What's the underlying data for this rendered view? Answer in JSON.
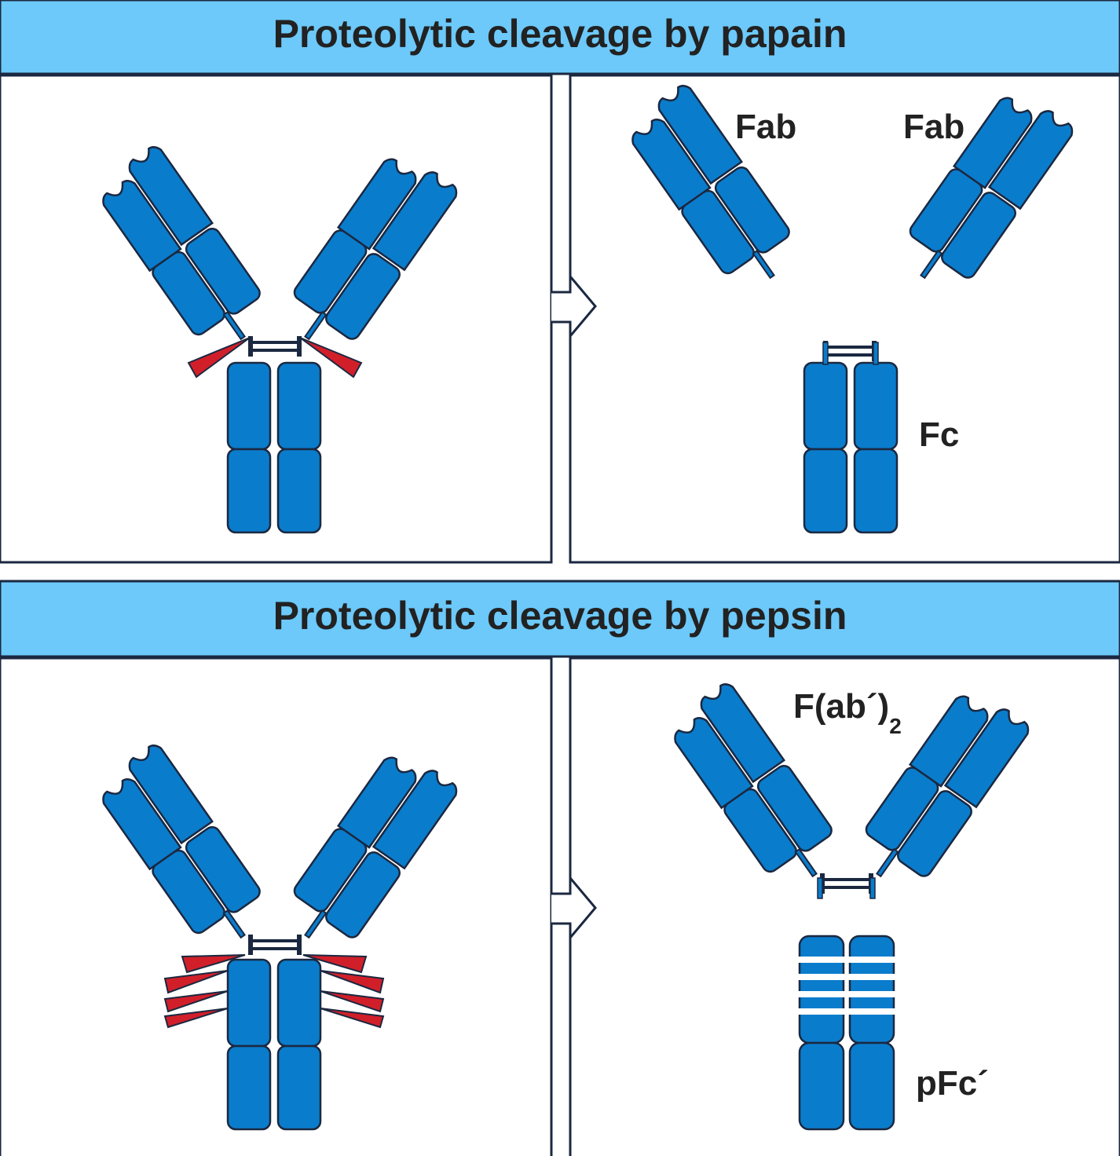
{
  "colors": {
    "banner": "#6cc9fa",
    "domain_fill": "#0a7ccc",
    "domain_stroke": "#1b2840",
    "cleavage_site": "#d11f2a",
    "text": "#222222"
  },
  "panels": {
    "papain": {
      "banner_title": "Proteolytic cleavage by papain",
      "fab_label_left": "Fab",
      "fab_label_right": "Fab",
      "fc_label": "Fc"
    },
    "pepsin": {
      "banner_title": "Proteolytic cleavage by pepsin",
      "fab2_label": "F(ab´)",
      "fab2_subscript": "2",
      "pfc_label": "pFc´"
    }
  }
}
